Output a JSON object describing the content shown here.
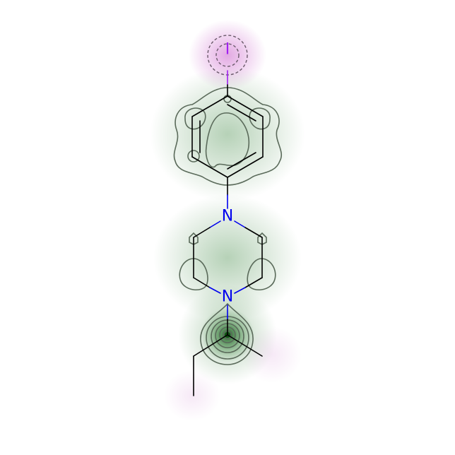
{
  "molecule": {
    "atoms": [
      {
        "id": "I1",
        "label": "I"
      },
      {
        "id": "N1",
        "label": "N"
      },
      {
        "id": "N2",
        "label": "N"
      }
    ]
  },
  "colors": {
    "background": "#ffffff",
    "bond": "#000000",
    "nitrogen": "#0000ee",
    "iodine": "#a020f0",
    "positive_contour": "#5a6a5a",
    "positive_glow": "#2e7d32",
    "negative_glow": "#c060c0"
  }
}
